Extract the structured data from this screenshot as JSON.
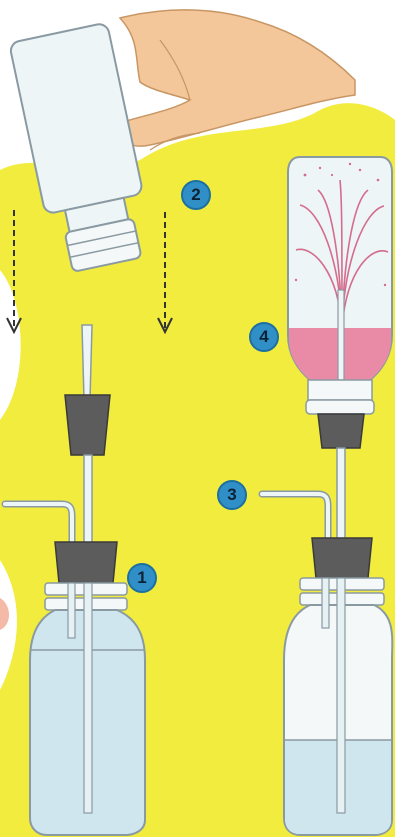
{
  "colors": {
    "background_yellow": "#f1ec3e",
    "badge_blue": "#2f8fc6",
    "pink_liquid": "#e98aa6",
    "water": "#cfe6ef",
    "glass_outline": "#8a9aa3",
    "stopper": "#5c5c5c",
    "hand": "#f3c79a"
  },
  "steps": [
    {
      "label": "1"
    },
    {
      "label": "2"
    },
    {
      "label": "3"
    },
    {
      "label": "4"
    }
  ],
  "icons": [
    "arrow-down-icon",
    "hand-icon",
    "bottle-icon",
    "stopper-icon",
    "glass-tube-icon",
    "fountain-icon"
  ]
}
